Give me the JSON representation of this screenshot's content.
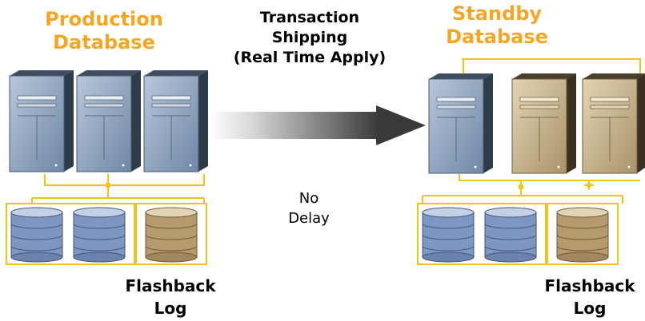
{
  "primary": {
    "title_line1": "Production",
    "title_line2": "Database",
    "flashback_line1": "Flashback",
    "flashback_line2": "Log"
  },
  "transport": {
    "line1": "Transaction",
    "line2": "Shipping",
    "line3": "(Real Time Apply)",
    "delay_line1": "No",
    "delay_line2": "Delay"
  },
  "standby": {
    "title_line1": "Standby",
    "title_line2": "Database",
    "flashback_line1": "Flashback",
    "flashback_line2": "Log"
  },
  "colors": {
    "accent_orange": "#f5a623",
    "connector_yellow": "#f2c318",
    "server_blue": "#8aa2bf",
    "server_tan": "#c9b48c",
    "disk_blue": "#7e97c2",
    "disk_tan": "#b59a6e",
    "arrow_dark": "#3a3a3a"
  }
}
